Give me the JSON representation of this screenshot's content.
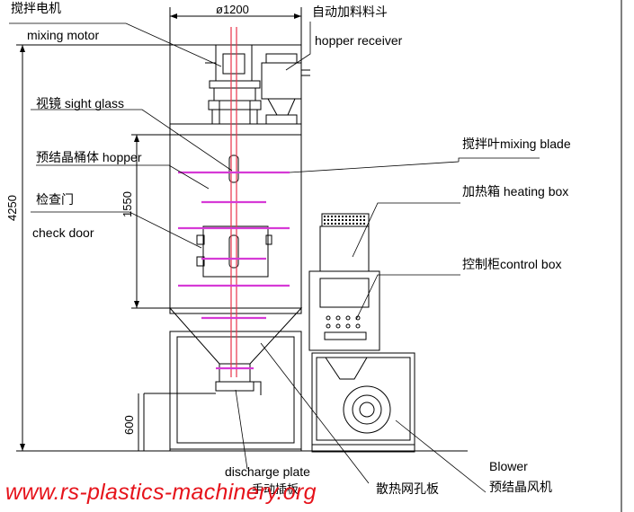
{
  "labels": {
    "mixing_motor_cn": "搅拌电机",
    "mixing_motor_en": "mixing motor",
    "hopper_receiver_cn": "自动加料料斗",
    "hopper_receiver_en": "hopper receiver",
    "sight_glass_cn": "视镜",
    "sight_glass_en": "sight glass",
    "hopper_cn": "预结晶桶体",
    "hopper_en": "hopper",
    "check_door_cn": "检查门",
    "check_door_en": "check door",
    "mixing_blade_cn": "搅拌叶",
    "mixing_blade_en": "mixing  blade",
    "heating_box_cn": "加热箱",
    "heating_box_en": "heating box",
    "control_box_cn": "控制柜",
    "control_box_en": "control box",
    "discharge_plate_en": "discharge plate",
    "discharge_plate_cn": "手动插板",
    "mesh_plate_cn": "散热网孔板",
    "blower_en": "Blower",
    "blower_cn": "预结晶风机"
  },
  "dimensions": {
    "diameter": "ø1200",
    "total_height": "4250",
    "hopper_height": "1550",
    "base_height": "600"
  },
  "watermark": "www.rs-plastics-machinery.org",
  "colors": {
    "line": "#000000",
    "shaft": "#e8324a",
    "blade": "#d63ad6",
    "watermark": "#e6131b"
  }
}
